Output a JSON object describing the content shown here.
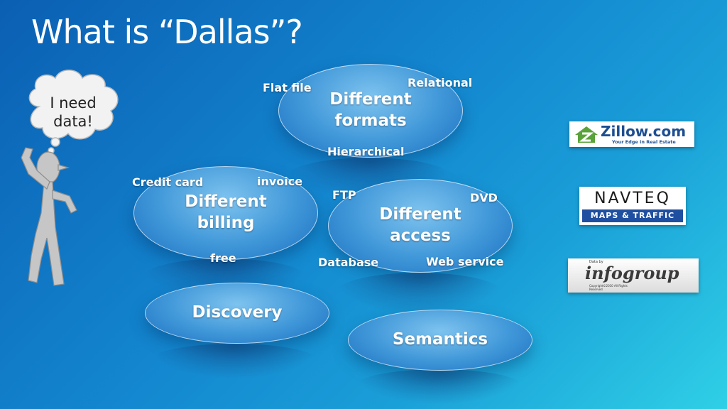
{
  "slide": {
    "title": "What is “Dallas”?"
  },
  "thought": {
    "text_line1": "I need",
    "text_line2": "data!"
  },
  "ellipses": {
    "formats": {
      "line1": "Different",
      "line2": "formats"
    },
    "billing": {
      "line1": "Different",
      "line2": "billing"
    },
    "access": {
      "line1": "Different",
      "line2": "access"
    },
    "discovery": {
      "label": "Discovery"
    },
    "semantics": {
      "label": "Semantics"
    }
  },
  "tags": {
    "flat_file": "Flat file",
    "relational": "Relational",
    "hierarchical": "Hierarchical",
    "credit_card": "Credit card",
    "invoice": "invoice",
    "free": "free",
    "ftp": "FTP",
    "dvd": "DVD",
    "database": "Database",
    "web_service": "Web service"
  },
  "logos": {
    "zillow": {
      "name": "Zillow.com",
      "tagline": "Your Edge in Real Estate"
    },
    "navteq": {
      "name": "NAVTEQ",
      "tagline": "MAPS & TRAFFIC"
    },
    "infogroup": {
      "name": "infogroup",
      "small_top": "Data by",
      "small_bottom": "Copyright©2010 All Rights Reserved"
    }
  },
  "colors": {
    "bg_dark": "#0b5fb3",
    "bg_light": "#2fd0e6",
    "zillow_green": "#5aa33a",
    "zillow_blue": "#1d4f91",
    "navteq_blue": "#1f4fa0"
  }
}
